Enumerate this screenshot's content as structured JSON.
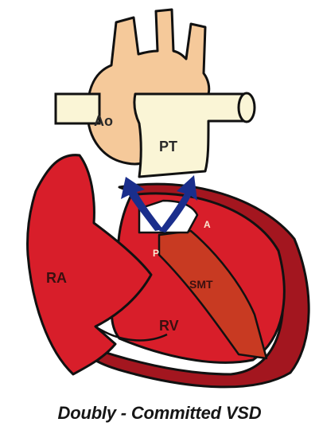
{
  "labels": {
    "ao": "Ao",
    "pt": "PT",
    "ra": "RA",
    "rv": "RV",
    "smt": "SMT",
    "a": "A",
    "p": "P"
  },
  "caption": "Doubly - Committed VSD",
  "colors": {
    "background": "#ffffff",
    "aorta": "#f5c99a",
    "pulmonary_trunk": "#faf5d6",
    "heart_red": "#d81e2a",
    "heart_dark": "#a3161f",
    "septal_band": "#c83a22",
    "arrow": "#1a2e8c",
    "outline": "#111111"
  }
}
